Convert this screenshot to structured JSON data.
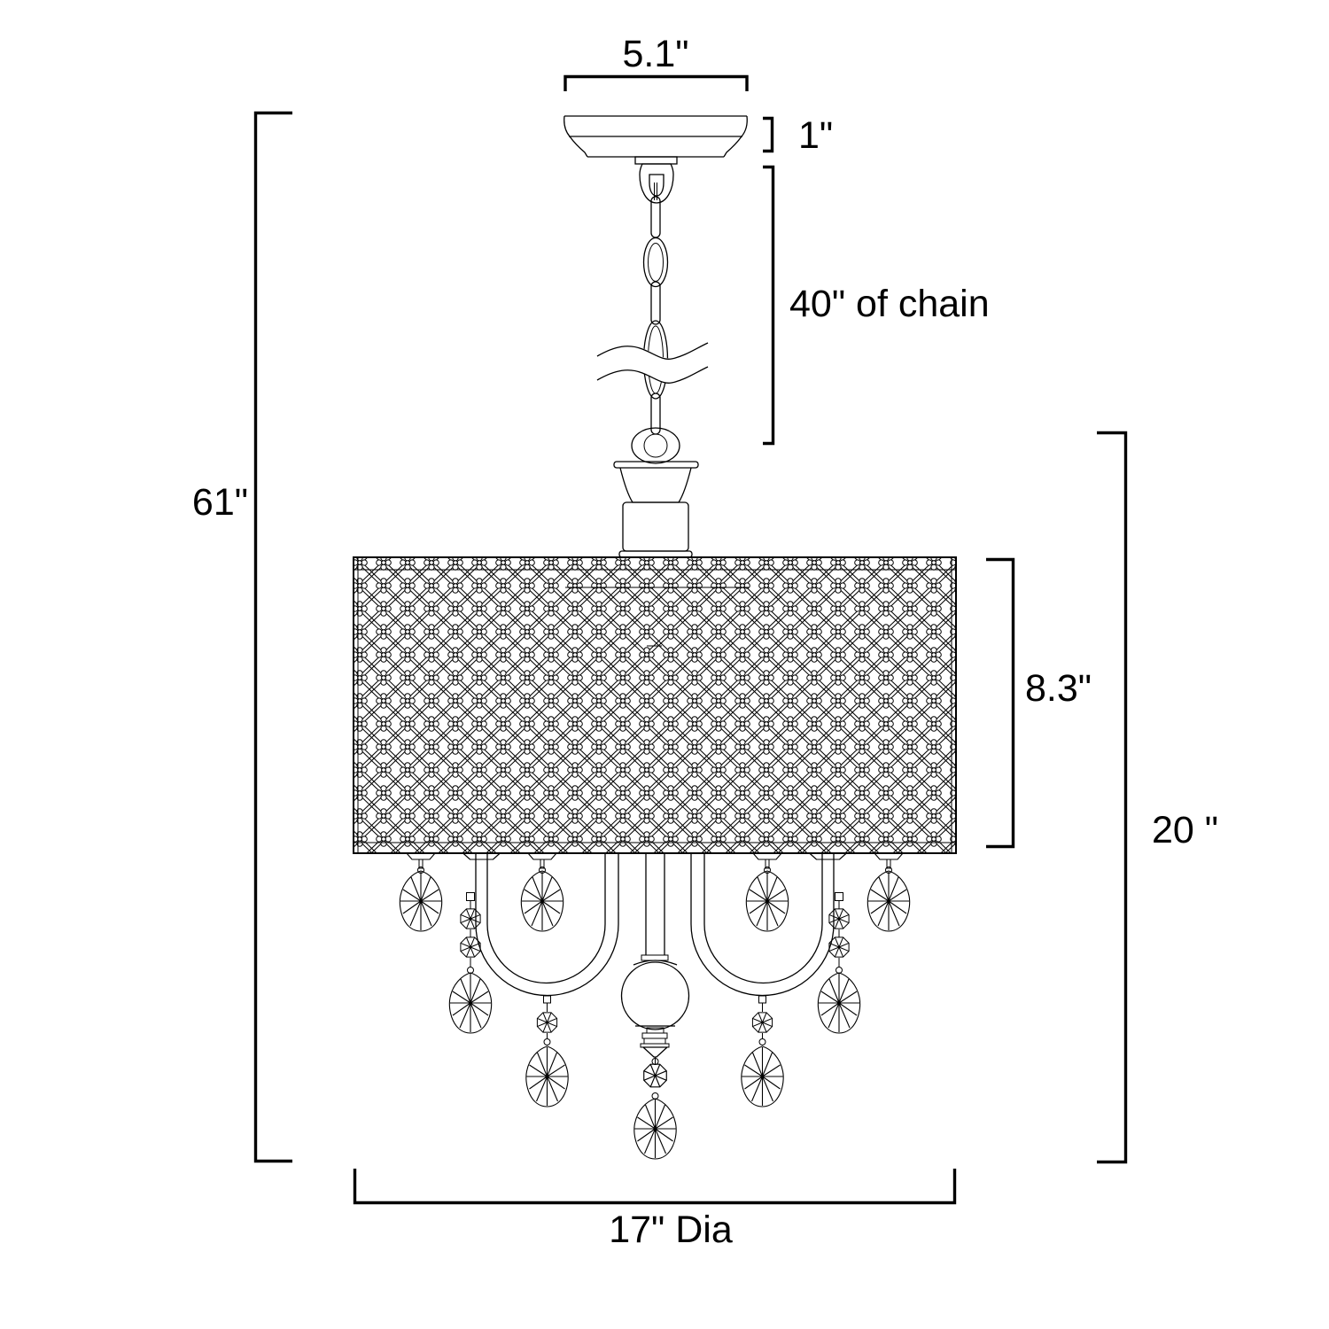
{
  "diagram": {
    "type": "chandelier-dimension-drawing",
    "background": "#ffffff",
    "line_color": "#000000",
    "labels": {
      "canopy_width": "5.1\"",
      "canopy_height": "1\"",
      "chain_length": "40\" of chain",
      "overall_height": "61\"",
      "shade_height": "8.3\"",
      "body_height": "20 \"",
      "diameter": "17\" Dia"
    }
  }
}
